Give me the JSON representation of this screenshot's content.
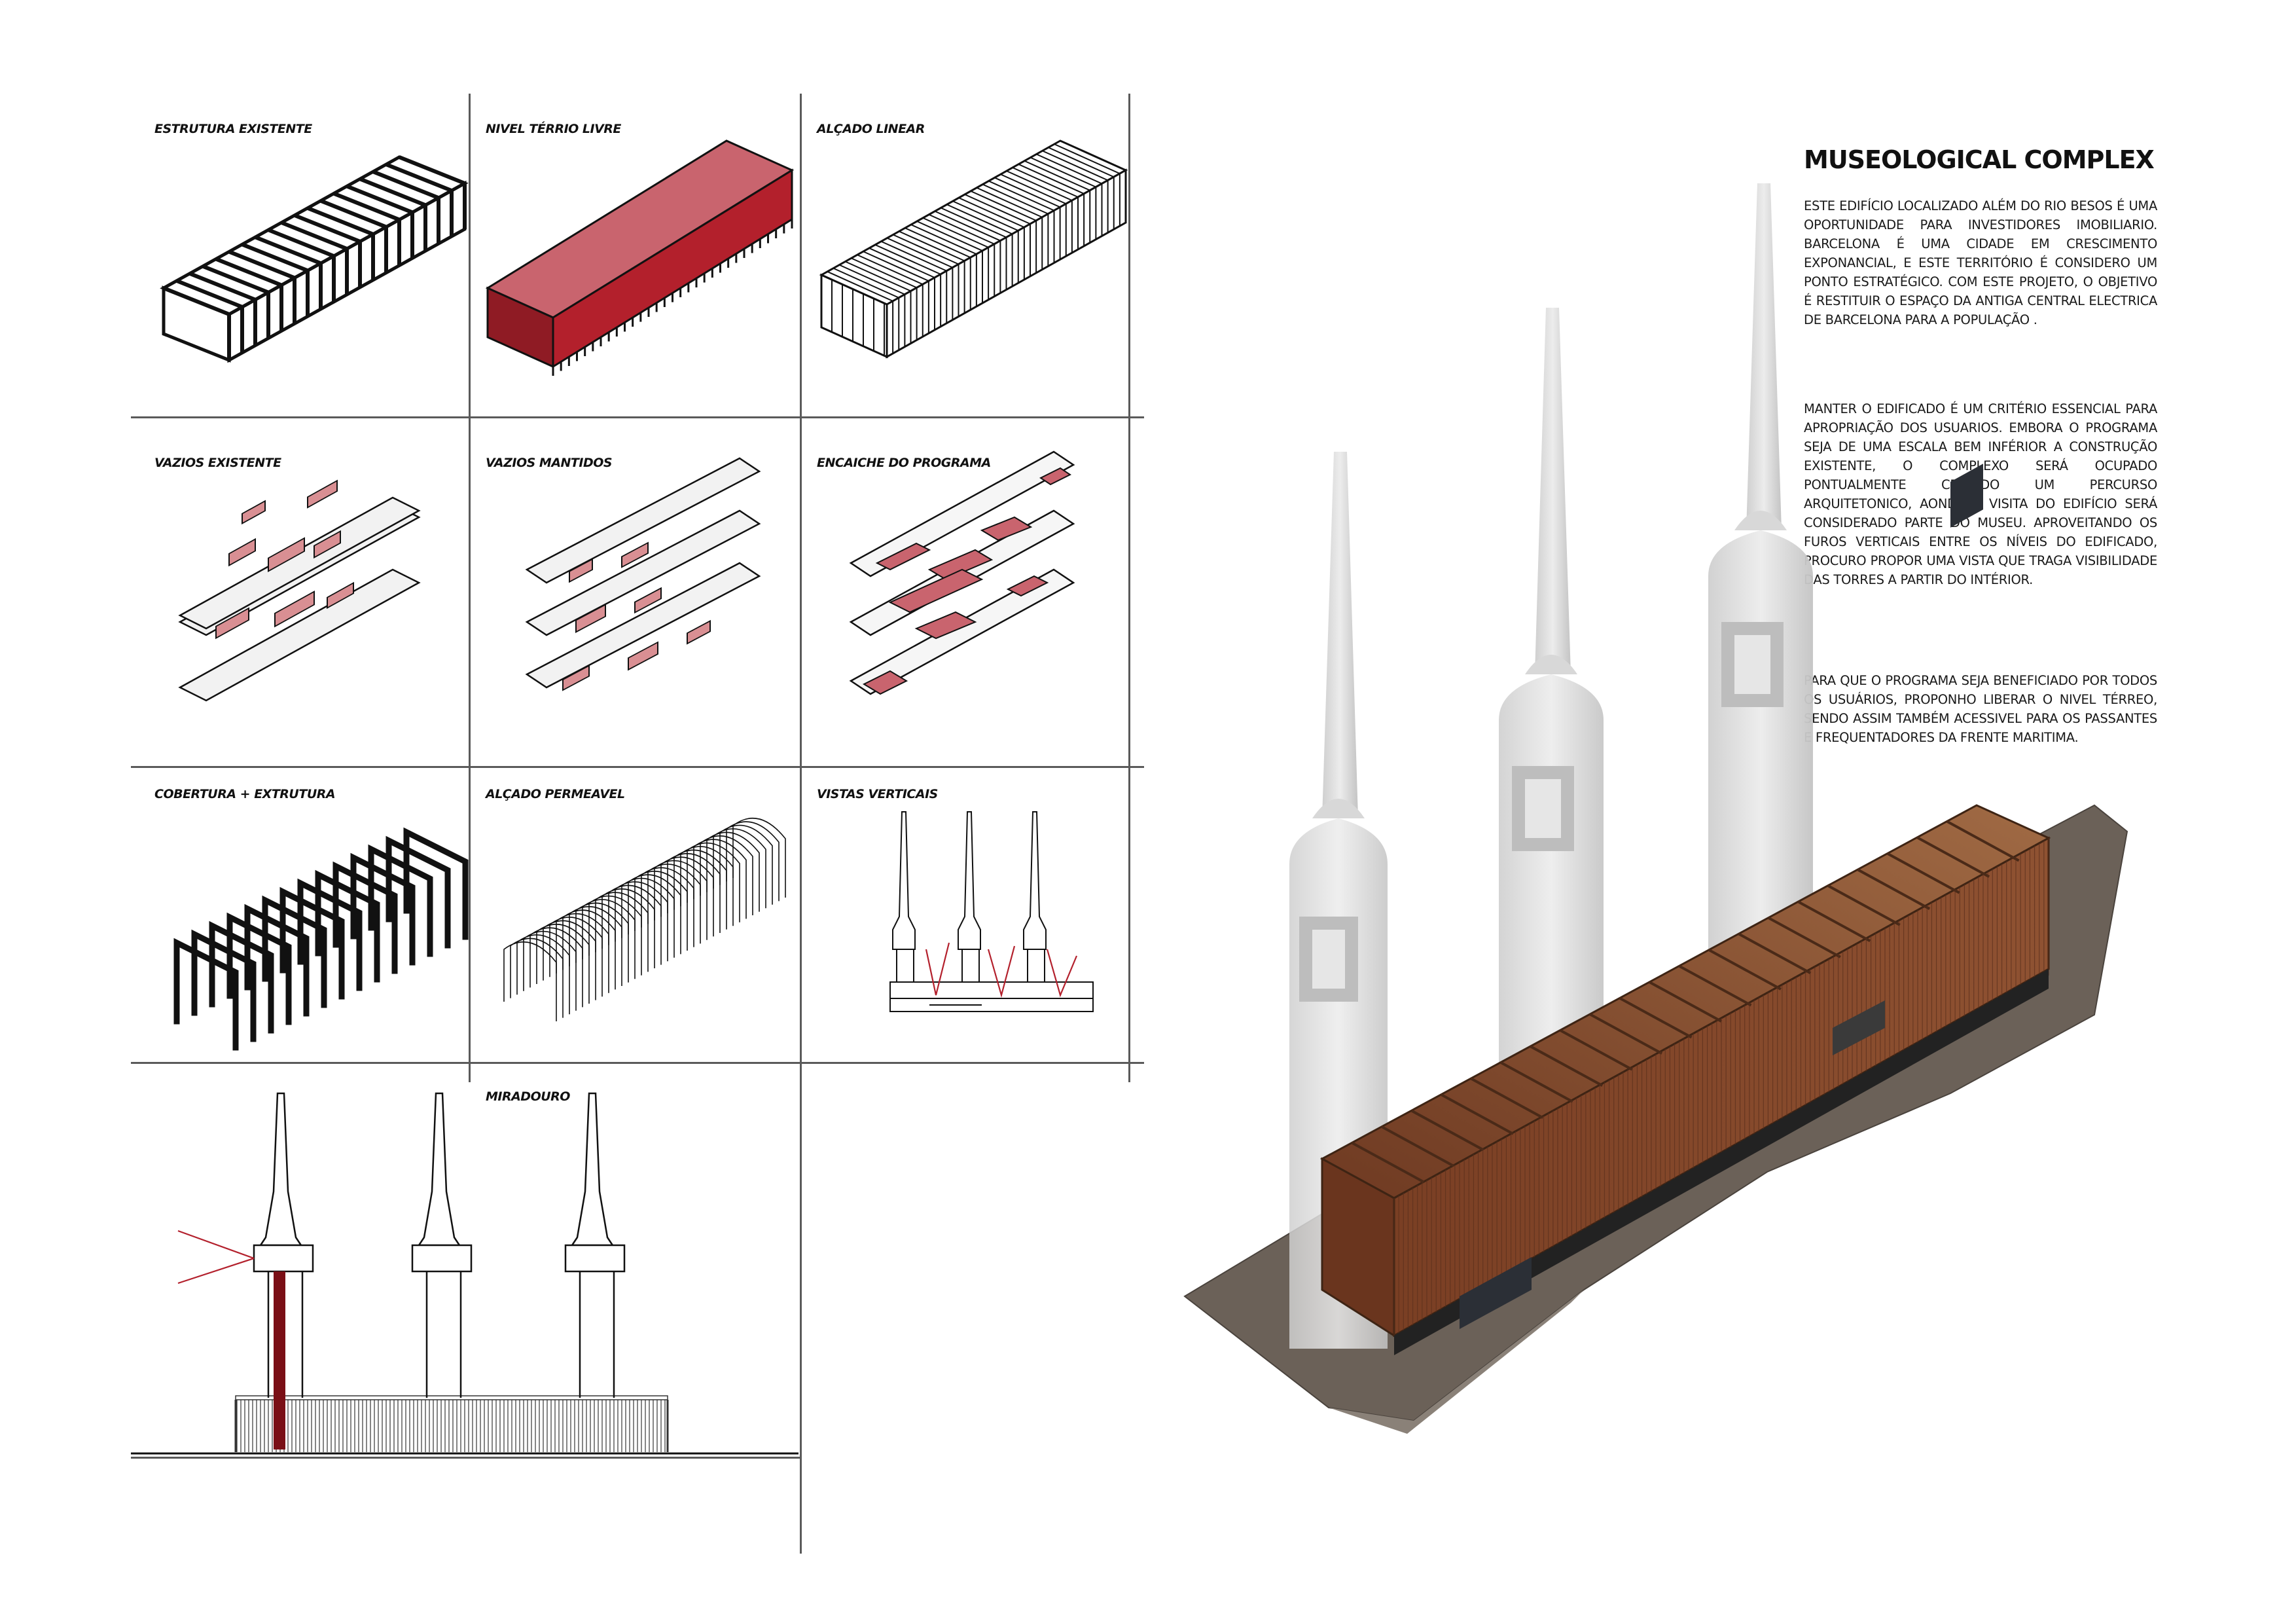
{
  "labels": {
    "estrutura_existente": "ESTRUTURA EXISTENTE",
    "nivel_terreo_livre": "NIVEL TÉRRIO LIVRE",
    "alcado_linear": "ALÇADO LINEAR",
    "vazios_existente": "VAZIOS EXISTENTE",
    "vazios_mantidos": "VAZIOS MANTIDOS",
    "encaixe_do_programa": "ENCAICHE DO PROGRAMA",
    "cobertura_extrutura": "COBERTURA + EXTRUTURA",
    "alcado_permeavel": "ALÇADO PERMEAVEL",
    "vistas_verticais": "VISTAS VERTICAIS",
    "miradouro": "MIRADOURO"
  },
  "text": {
    "title": "MUSEOLOGICAL COMPLEX",
    "paragraph_1": "ESTE EDIFÍCIO LOCALIZADO ALÉM DO RIO BESOS É UMA OPORTUNIDADE PARA INVESTIDORES IMOBILIARIO. BARCELONA É UMA CIDADE EM CRESCIMENTO EXPONANCIAL, E ESTE TERRITÓRIO É CONSIDERO UM PONTO ESTRATÉGICO. COM ESTE PROJETO, O OBJETIVO É RESTITUIR O ESPAÇO DA ANTIGA CENTRAL ELECTRICA DE BARCELONA PARA A POPULAÇÃO .",
    "paragraph_2": "MANTER O EDIFICADO É UM CRITÉRIO ESSENCIAL PARA APROPRIAÇÃO DOS USUARIOS. EMBORA O PROGRAMA SEJA DE UMA ESCALA BEM INFÉRIOR A CONSTRUÇÃO EXISTENTE, O COMPLEXO SERÁ OCUPADO PONTUALMENTE CRIANDO UM PERCURSO ARQUITETONICO, AONDE A VISITA DO EDIFÍCIO SERÁ CONSIDERADO PARTE DO MUSEU. APROVEITANDO OS FUROS VERTICAIS ENTRE OS NÍVEIS DO EDIFICADO, PROCURO PROPOR UMA VISTA QUE TRAGA VISIBILIDADE DAS TORRES A PARTIR DO INTÉRIOR.",
    "paragraph_3": "PARA QUE O PROGRAMA SEJA BENEFICIADO POR TODOS OS USUÁRIOS, PROPONHO LIBERAR O NIVEL TÉRREO, SENDO ASSIM TAMBÉM ACESSIVEL PARA OS PASSANTES E FREQUENTADORES DA FRENTE MARITIMA."
  },
  "colors": {
    "accent_red": "#b3202c",
    "pink_void": "#d98f93",
    "rust": "#8a4a2c",
    "ground": "#6b6158",
    "tower": "#dcdcdc"
  }
}
